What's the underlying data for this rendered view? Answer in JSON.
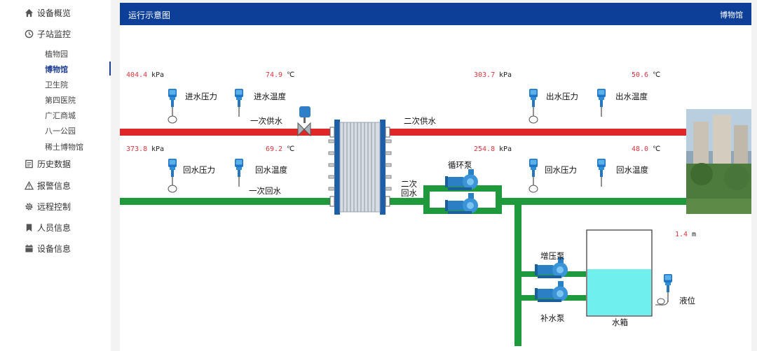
{
  "sidebar": {
    "items": [
      {
        "label": "设备概览",
        "icon": "home-icon"
      },
      {
        "label": "子站监控",
        "icon": "clock-icon"
      },
      {
        "label": "历史数据",
        "icon": "document-icon"
      },
      {
        "label": "报警信息",
        "icon": "warning-icon"
      },
      {
        "label": "远程控制",
        "icon": "gear-icon"
      },
      {
        "label": "人员信息",
        "icon": "bookmark-icon"
      },
      {
        "label": "设备信息",
        "icon": "calendar-icon"
      }
    ],
    "substations": [
      "植物园",
      "博物馆",
      "卫生院",
      "第四医院",
      "广汇商城",
      "八一公园",
      "稀土博物馆"
    ],
    "active_substation": "博物馆"
  },
  "header": {
    "title": "运行示意图",
    "site": "博物馆"
  },
  "diagram": {
    "primary_supply": {
      "label": "一次供水",
      "pressure_label": "进水压力",
      "temperature_label": "进水温度",
      "pressure_value": "404.4",
      "temperature_value": "74.9"
    },
    "primary_return": {
      "label": "一次回水",
      "pressure_label": "回水压力",
      "temperature_label": "回水温度",
      "pressure_value": "373.8",
      "temperature_value": "69.2"
    },
    "secondary_supply": {
      "label": "二次供水",
      "pressure_label": "出水压力",
      "temperature_label": "出水温度",
      "pressure_value": "303.7",
      "temperature_value": "50.6"
    },
    "secondary_return": {
      "label_line1": "二次",
      "label_line2": "回水",
      "pressure_label": "回水压力",
      "temperature_label": "回水温度",
      "pressure_value": "254.8",
      "temperature_value": "48.0"
    },
    "units": {
      "pressure": "kPa",
      "temperature": "℃",
      "level": "m"
    },
    "circulation_pump_label": "循环泵",
    "booster_pump_label": "增压泵",
    "makeup_pump_label": "补水泵",
    "tank_label": "水箱",
    "level_label": "液位",
    "level_value": "1.4",
    "colors": {
      "header": "#0d3f98",
      "supply_pipe": "#e02727",
      "return_pipe": "#1e9a3c",
      "value_text": "#d9363e",
      "water": "#6ff0ee"
    }
  }
}
